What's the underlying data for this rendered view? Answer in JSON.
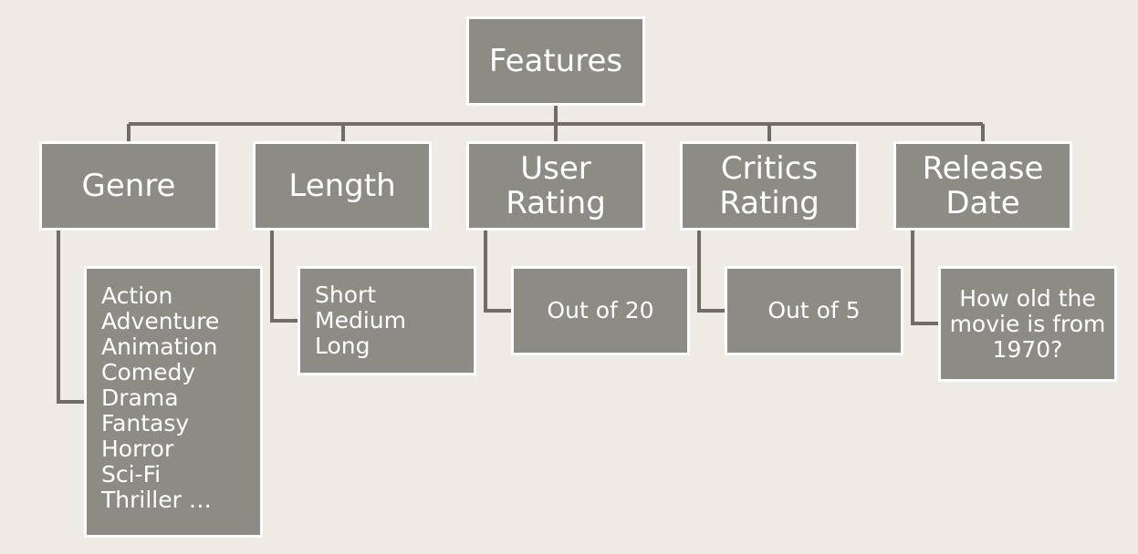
{
  "diagram": {
    "root": {
      "label": "Features"
    },
    "features": [
      {
        "lines": [
          "Genre"
        ],
        "detail": [
          "Action",
          "Adventure",
          "Animation",
          "Comedy",
          "Drama",
          "Fantasy",
          "Horror",
          "Sci-Fi",
          "Thriller …"
        ]
      },
      {
        "lines": [
          "Length"
        ],
        "detail": [
          "Short",
          "Medium",
          "Long"
        ]
      },
      {
        "lines": [
          "User",
          "Rating"
        ],
        "detail": [
          "Out of 20"
        ]
      },
      {
        "lines": [
          "Critics",
          "Rating"
        ],
        "detail": [
          "Out of 5"
        ]
      },
      {
        "lines": [
          "Release",
          "Date"
        ],
        "detail": [
          "How old the",
          "movie is from",
          "1970?"
        ]
      }
    ]
  },
  "colors": {
    "background": "#EEEBE4",
    "box_fill": "#8C8C84",
    "box_border": "#FFFFFF",
    "text": "#FFFFFF",
    "connector": "#6E6E66"
  }
}
